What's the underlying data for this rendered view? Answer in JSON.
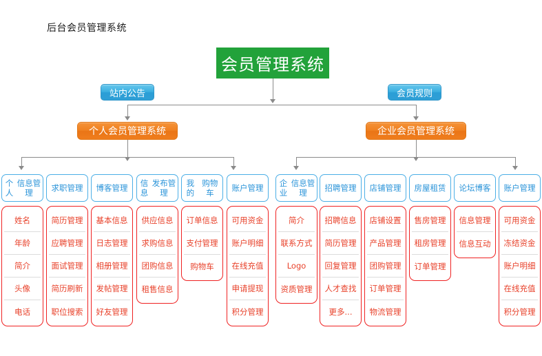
{
  "page": {
    "title": "后台会员管理系统"
  },
  "root": {
    "label": "会员管理系统",
    "color": "#22a23a"
  },
  "side_notes": [
    {
      "label": "站内公告",
      "color": "#2f9fd6"
    },
    {
      "label": "会员规则",
      "color": "#2f9fd6"
    }
  ],
  "branches": [
    {
      "label": "个人会员管理系统",
      "color": "#ef7d1d"
    },
    {
      "label": "企业会员管理系统",
      "color": "#ef7d1d"
    }
  ],
  "columns": [
    {
      "head": "个人\n信息管理",
      "head_line1": "个人",
      "head_line2": "信息管理",
      "items": [
        "姓名",
        "年龄",
        "简介",
        "头像",
        "电话"
      ]
    },
    {
      "head": "求职管理",
      "head_line1": "求职管理",
      "head_line2": "",
      "items": [
        "简历管理",
        "应聘管理",
        "面试管理",
        "简历刷新",
        "职位搜索"
      ]
    },
    {
      "head": "博客管理",
      "head_line1": "博客管理",
      "head_line2": "",
      "items": [
        "基本信息",
        "日志管理",
        "相册管理",
        "发帖管理",
        "好友管理"
      ]
    },
    {
      "head": "信息\n发布管理",
      "head_line1": "信息",
      "head_line2": "发布管理",
      "items": [
        "供应信息",
        "求购信息",
        "团购信息",
        "租售信息"
      ]
    },
    {
      "head": "我的\n购物车",
      "head_line1": "我的",
      "head_line2": "购物车",
      "items": [
        "订单信息",
        "支付管理",
        "购物车"
      ]
    },
    {
      "head": "账户管理",
      "head_line1": "账户管理",
      "head_line2": "",
      "items": [
        "可用资金",
        "账户明细",
        "在线充值",
        "申请提现",
        "积分管理"
      ]
    },
    {
      "head": "企业\n信息管理",
      "head_line1": "企业",
      "head_line2": "信息管理",
      "items": [
        "简介",
        "联系方式",
        "Logo",
        "资质管理"
      ]
    },
    {
      "head": "招聘管理",
      "head_line1": "招聘管理",
      "head_line2": "",
      "items": [
        "招聘信息",
        "简历管理",
        "回复管理",
        "人才查找",
        "更多..."
      ]
    },
    {
      "head": "店铺管理",
      "head_line1": "店铺管理",
      "head_line2": "",
      "items": [
        "店铺设置",
        "产品管理",
        "团购管理",
        "订单管理",
        "物流管理"
      ]
    },
    {
      "head": "房屋租赁",
      "head_line1": "房屋租赁",
      "head_line2": "",
      "items": [
        "售房管理",
        "租房管理",
        "订单管理"
      ]
    },
    {
      "head": "论坛博客",
      "head_line1": "论坛博客",
      "head_line2": "",
      "items": [
        "信息管理",
        "信息互动"
      ]
    },
    {
      "head": "账户管理",
      "head_line1": "账户管理",
      "head_line2": "",
      "items": [
        "可用资金",
        "冻结资金",
        "账户明细",
        "在线充值",
        "积分管理"
      ]
    }
  ]
}
